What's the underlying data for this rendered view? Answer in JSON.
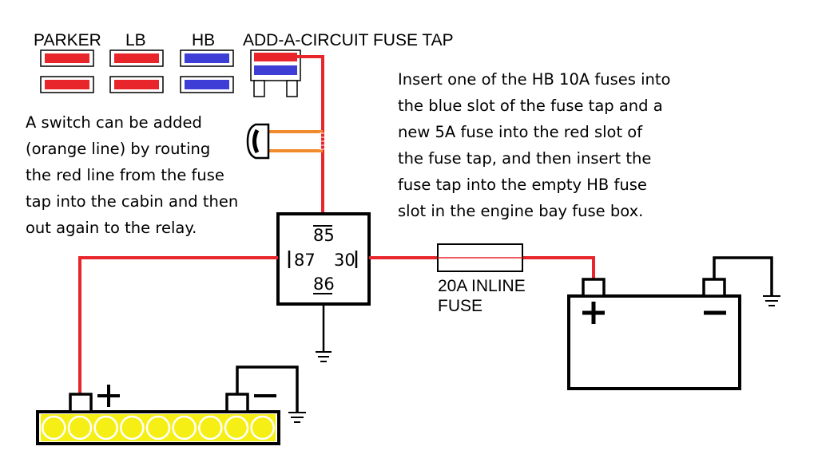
{
  "fuse_labels": {
    "parker": "PARKER",
    "lb": "LB",
    "hb": "HB",
    "fuse_tap": "ADD-A-CIRCUIT FUSE TAP"
  },
  "switch_note": [
    "A switch can be added",
    "(orange line) by routing",
    "the red line from the fuse",
    "tap into the cabin and then",
    "out again to the relay."
  ],
  "instruction_note": [
    "Insert one of the HB 10A fuses into",
    "the blue slot of the fuse tap and a",
    "new 5A fuse into the red slot of",
    "the fuse tap, and then insert the",
    "fuse tap into the empty HB fuse",
    "slot in the engine bay fuse box."
  ],
  "relay": {
    "pin_85": "85",
    "pin_87": "87",
    "pin_30": "30",
    "pin_86": "86"
  },
  "inline_fuse": [
    "20A INLINE",
    "FUSE"
  ],
  "battery": {
    "positive": "+",
    "negative": "−"
  },
  "light_bar": {
    "positive": "+",
    "negative": "−",
    "led_count": 9
  },
  "colors": {
    "wire_red": "#e8252b",
    "wire_orange": "#f08a2c",
    "fuse_red": "#e8252b",
    "fuse_blue": "#3e3ed6",
    "led_yellow": "#f6ef16",
    "line": "#000000"
  }
}
